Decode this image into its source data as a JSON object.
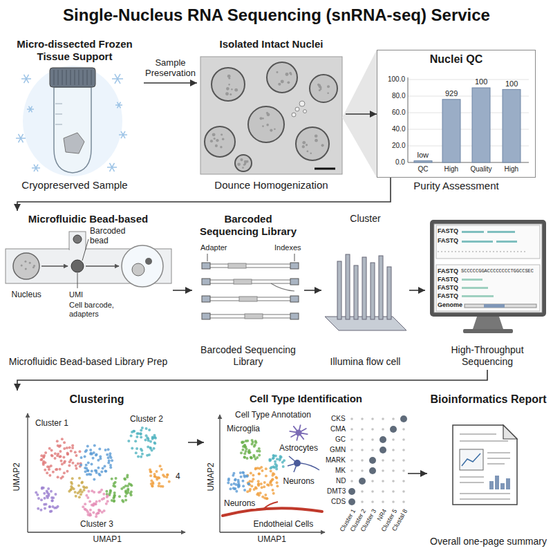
{
  "diagram": {
    "title": "Single-Nucleus RNA Sequencing (snRNA-seq) Service",
    "nodes": [
      {
        "text": [
          "Micro-dissected Frozen Tissue Support",
          "Cryopreserved Sample"
        ]
      },
      {
        "text": [
          "Isolated Intact Nuclei",
          "Dounce Homogenization"
        ]
      },
      {
        "text": [
          "Nuclei QC",
          "Purity Assessment"
        ]
      },
      {
        "text": [
          "Microfluidic Bead-based",
          "Microfluidic Bead-based Library Prep"
        ]
      },
      {
        "text": [
          "Barcoded Sequencing Library",
          "Barcoded Sequencing Library"
        ]
      },
      {
        "text": [
          "Cluster",
          "Illumina flow cell"
        ]
      },
      {
        "text": [
          "High-Throughput Sequencing"
        ]
      },
      {
        "text": [
          "Clustering"
        ]
      },
      {
        "text": [
          "Cell Type Identification"
        ]
      },
      {
        "text": [
          "Bioinformatics Report",
          "Overall one-page summary"
        ]
      }
    ],
    "edges": [
      {
        "from": 0,
        "to": 1,
        "arrow": "to",
        "label": "Sample Preservation"
      },
      {
        "from": 1,
        "to": 2,
        "arrow": "to"
      },
      {
        "from": 2,
        "to": 3,
        "arrow": "to"
      },
      {
        "from": 3,
        "to": 4,
        "arrow": "to"
      },
      {
        "from": 4,
        "to": 5,
        "arrow": "to"
      },
      {
        "from": 5,
        "to": 6,
        "arrow": "to"
      },
      {
        "from": 6,
        "to": 7,
        "arrow": "to"
      },
      {
        "from": 7,
        "to": 8,
        "arrow": "to"
      },
      {
        "from": 8,
        "to": 9,
        "arrow": "to"
      }
    ],
    "labels": [
      "100.0",
      "80.0",
      "60.0",
      "40.0",
      "20.0",
      "0.0",
      "low",
      "929",
      "100",
      "100",
      "QC",
      "High",
      "Quality",
      "High",
      "Barcoded bead",
      "UMI",
      "Cell barcode, adapters",
      "Nucleus",
      "Adapter",
      "Indexes",
      "FASTQ",
      "FASTQ",
      "FASTQ",
      "SCCCCCGGACCCCCCCCTGGCCSEC",
      "FASTQ",
      "FASTQ",
      "FASTQ",
      "Genome",
      "Cluster 1",
      "Cluster 2",
      "4",
      "Cluster 3",
      "UMAP2",
      "UMAP1",
      "Cell Type Annotation",
      "Microglia",
      "Astrocytes",
      "Neurons",
      "Neurons",
      "Endotheial Cells",
      "UMAP2",
      "UMAP1",
      "CKS",
      "CMA",
      "GC",
      "GMN",
      "MARK",
      "MK",
      "ND",
      "DMT3",
      "CDS",
      "Cluster 1",
      "Cluster 2",
      "Cluster 3",
      "NR4",
      "Cluster 5",
      "Clustal 8"
    ]
  }
}
